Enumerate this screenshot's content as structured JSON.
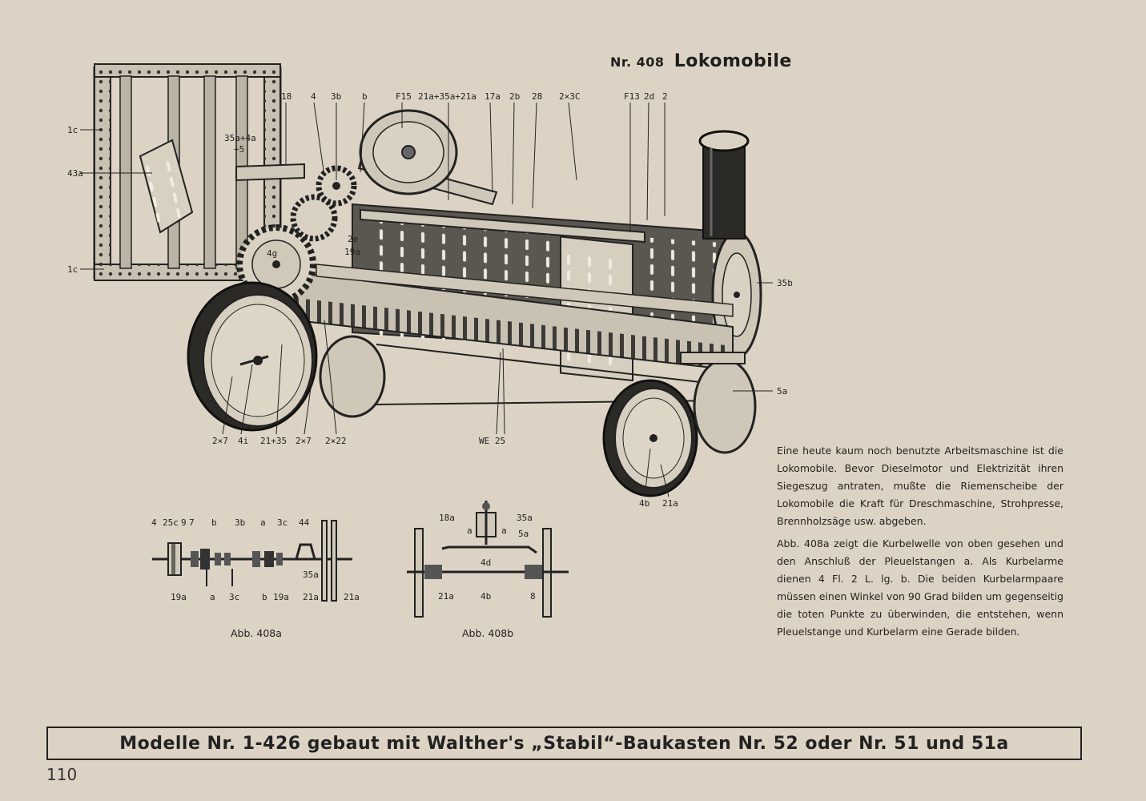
{
  "header": {
    "model_nr": "Nr. 408",
    "model_name": "Lokomobile"
  },
  "main_labels": {
    "top": [
      "18",
      "4",
      "3b",
      "b",
      "F15",
      "21a+35a+21a",
      "17a",
      "2b",
      "28",
      "2×3C",
      "F13",
      "2d",
      "2"
    ],
    "left": [
      "1c",
      "43a",
      "1c"
    ],
    "inner": [
      "35a+4a",
      "+5",
      "2e",
      "19a",
      "4g"
    ],
    "right": [
      "35b",
      "5a"
    ],
    "bottom": [
      "2×7",
      "4i",
      "21+35",
      "2×7",
      "2×22",
      "WE 25",
      "4b",
      "21a"
    ]
  },
  "fig_a": {
    "caption": "Abb. 408a",
    "top_labels": [
      "4",
      "25c",
      "9",
      "7",
      "b",
      "3b",
      "a",
      "3c",
      "44"
    ],
    "bottom_labels": [
      "19a",
      "a",
      "3c",
      "b",
      "19a",
      "21a",
      "21a",
      "35a"
    ]
  },
  "fig_b": {
    "caption": "Abb. 408b",
    "labels": [
      "18a",
      "35a",
      "a",
      "a",
      "5a",
      "4d",
      "21a",
      "4b",
      "8"
    ]
  },
  "description": {
    "p1": "Eine heute kaum noch benutzte Arbeitsmaschine ist die Lokomobile. Bevor Dieselmotor und Elektrizität ihren Siegeszug antraten, mußte die Riemenscheibe der Lokomobile die Kraft für Dreschmaschine, Strohpresse, Brennholzsäge usw. abgeben.",
    "p2": "Abb. 408a zeigt die Kurbelwelle von oben gesehen und den Anschluß der Pleuelstangen a. Als Kurbelarme dienen 4 Fl. 2 L. lg. b. Die beiden Kurbelarmpaare müssen einen Winkel von 90 Grad bilden um gegenseitig die toten Punkte zu überwinden, die entstehen, wenn Pleuelstange und Kurbelarm eine Gerade bilden."
  },
  "footer": {
    "banner": "Modelle Nr. 1-426 gebaut mit Walther's „Stabil“-Baukasten Nr. 52 oder Nr. 51 und 51a",
    "page_number": "110"
  },
  "colors": {
    "paper": "#ddd3c4",
    "ink": "#222222",
    "metal": "#c9c2b3"
  }
}
